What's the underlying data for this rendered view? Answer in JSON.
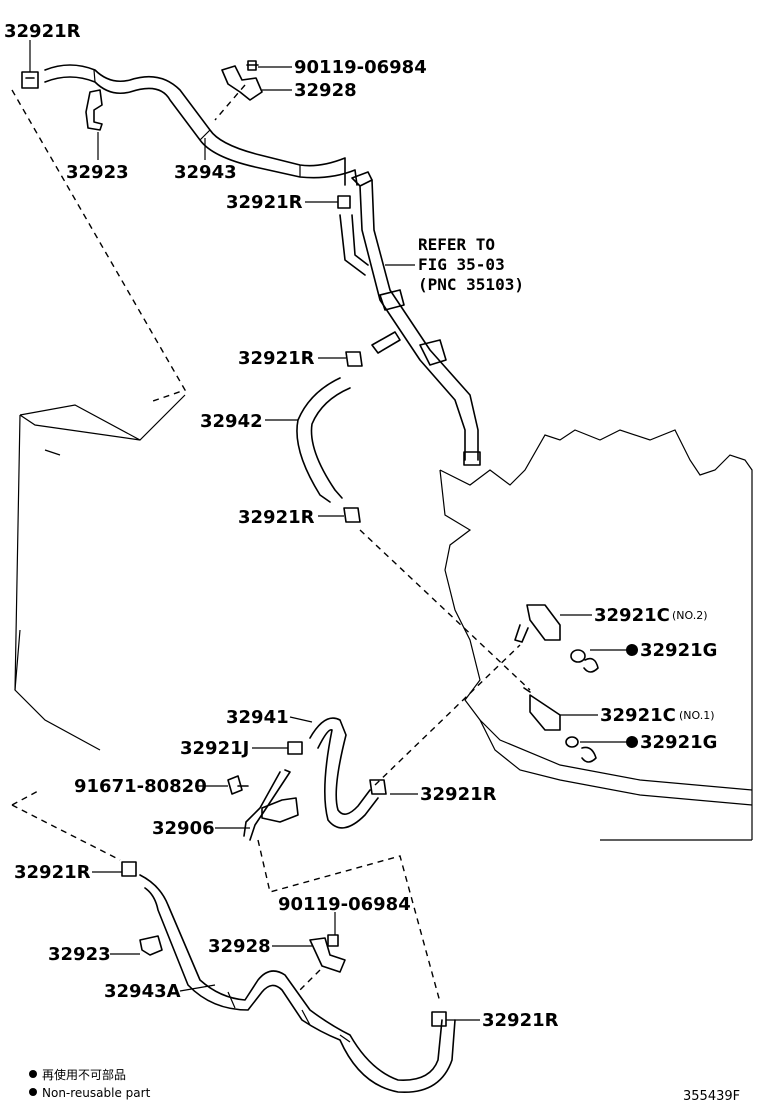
{
  "labels": {
    "r_top_left": "32921R",
    "bolt_top": "90119-06984",
    "clamp_top": "32928",
    "bracket_top": "32923",
    "hose_top": "32943",
    "r_upper_mid": "32921R",
    "refer_line1": "REFER TO",
    "refer_line2": "FIG 35-03",
    "refer_line3": "(PNC 35103)",
    "r_mid": "32921R",
    "hose_mid": "32942",
    "r_mid_lower": "32921R",
    "c_no2": "32921C",
    "c_no2_tag": "(NO.2)",
    "g_upper": "32921G",
    "c_no1": "32921C",
    "c_no1_tag": "(NO.1)",
    "g_lower": "32921G",
    "hose_lower": "32941",
    "j_clip": "32921J",
    "plug": "91671-80820",
    "bracket_lower": "32906",
    "r_lower_right": "32921R",
    "r_bottom_left": "32921R",
    "bolt_bottom": "90119-06984",
    "bracket_bottom": "32923",
    "clamp_bottom": "32928",
    "hose_bottom": "32943A",
    "r_bottom_right": "32921R"
  },
  "legend": {
    "line1": "再使用不可部品",
    "line2": "Non-reusable part"
  },
  "figure_code": "355439F"
}
